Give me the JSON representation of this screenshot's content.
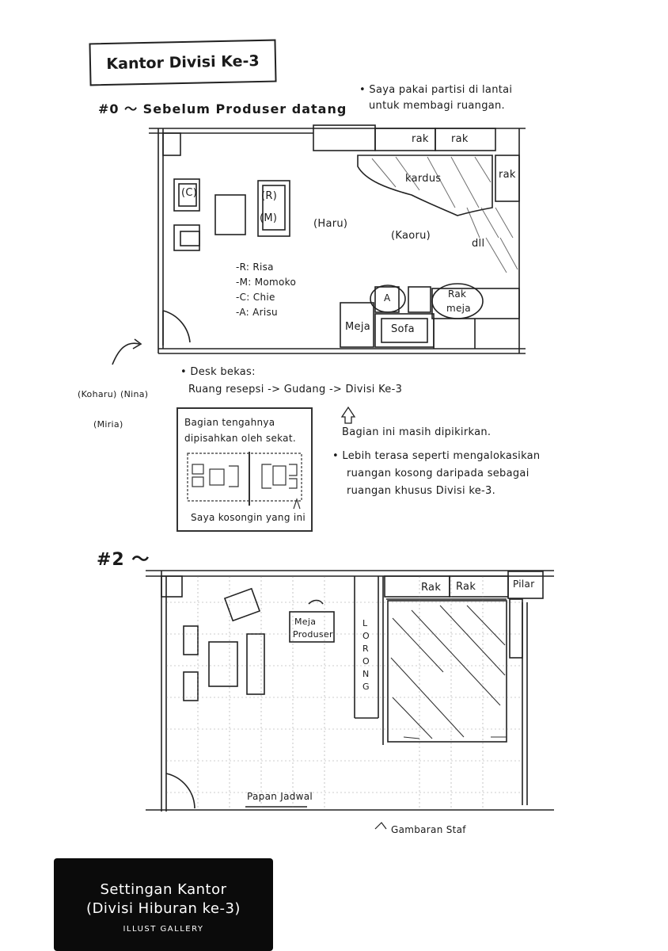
{
  "title": "Kantor Divisi Ke-3",
  "stage0": {
    "heading": "#0 ～ Sebelum Produser datang",
    "note_partition": [
      "• Saya pakai partisi di lantai",
      "untuk membagi ruangan."
    ],
    "labels": {
      "rak1": "rak",
      "rak2": "rak",
      "rak3": "rak",
      "kardus": "kardus",
      "dll": "dll",
      "haru": "(Haru)",
      "kaoru": "(Kaoru)",
      "c": "(C)",
      "r": "(R)",
      "m": "(M)",
      "a": "A",
      "rak_meja": [
        "Rak",
        "meja"
      ],
      "meja": "Meja",
      "sofa": "Sofa"
    },
    "legend": [
      "-R: Risa",
      "-M: Momoko",
      "-C: Chie",
      "-A: Arisu"
    ],
    "outside": {
      "koharu": "(Koharu)",
      "nina": "(Nina)",
      "miria": "(Miria)"
    },
    "desk_note": [
      "• Desk bekas:",
      "Ruang resepsi -> Gudang -> Divisi Ke-3"
    ],
    "inset": {
      "top": [
        "Bagian tengahnya",
        "dipisahkan oleh sekat."
      ],
      "bottom": "Saya kosongin yang ini"
    },
    "pending": "Bagian ini masih dipikirkan.",
    "allocation": [
      "• Lebih terasa seperti mengalokasikan",
      "ruangan kosong daripada sebagai",
      "ruangan khusus Divisi ke-3."
    ]
  },
  "stage2": {
    "heading": "#2 ～",
    "labels": {
      "rak1": "Rak",
      "rak2": "Rak",
      "pilar": "Pilar",
      "meja_produser": [
        "Meja",
        "Produser"
      ],
      "lorong": [
        "L",
        "O",
        "R",
        "O",
        "N",
        "G"
      ],
      "papan_jadwal": "Papan Jadwal",
      "gambaran_staf": "Gambaran Staf"
    }
  },
  "footer": {
    "title_line1": "Settingan Kantor",
    "title_line2": "(Divisi Hiburan ke-3)",
    "subtitle": "ILLUST GALLERY"
  }
}
